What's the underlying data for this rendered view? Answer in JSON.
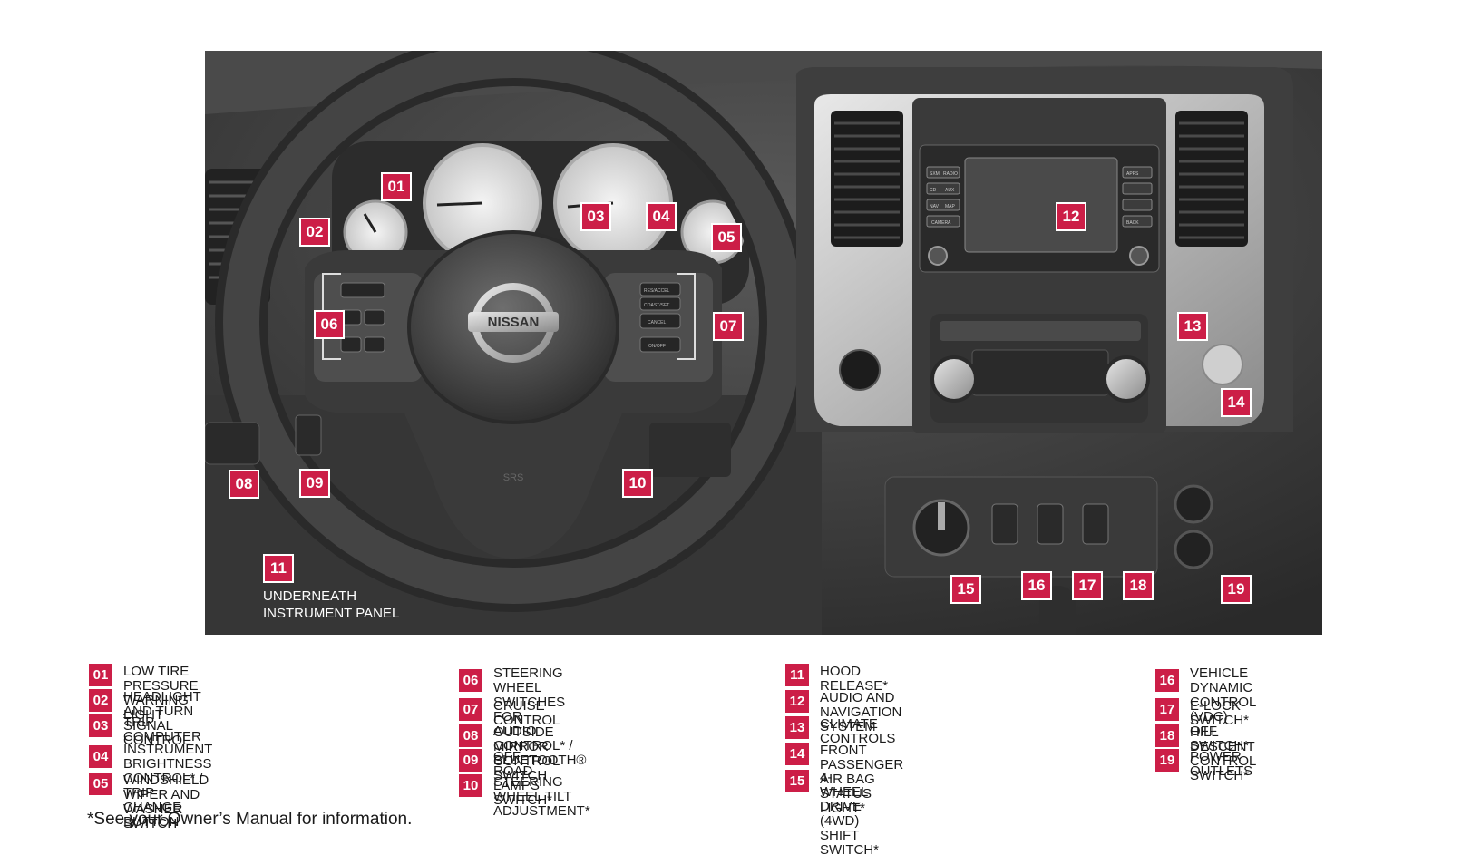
{
  "photo": {
    "badges": [
      "01",
      "02",
      "03",
      "04",
      "05",
      "06",
      "07",
      "08",
      "09",
      "10",
      "11",
      "12",
      "13",
      "14",
      "15",
      "16",
      "17",
      "18",
      "19"
    ],
    "underneath_label": "UNDERNEATH\nINSTRUMENT PANEL",
    "wheel_logo": "NISSAN",
    "srs_label": "SRS",
    "radio_buttons": [
      "SXM",
      "RADIO",
      "CD",
      "AUX",
      "NAV",
      "MAP",
      "CAMERA",
      "APPS",
      "BACK"
    ],
    "steering_buttons": [
      "RES/ACCEL",
      "COAST/SET",
      "CANCEL",
      "ON/OFF"
    ]
  },
  "legend": {
    "col1": [
      {
        "num": "01",
        "text": "LOW TIRE PRESSURE WARNING LIGHT"
      },
      {
        "num": "02",
        "text": "HEADLIGHT AND TURN SIGNAL CONTROL"
      },
      {
        "num": "03",
        "text": "TRIP COMPUTER"
      },
      {
        "num": "04",
        "text": "INSTRUMENT BRIGHTNESS\nCONTROL* / TRIP CHANGE BUTTON"
      },
      {
        "num": "05",
        "text": "WINDSHIELD WIPER AND WASHER SWITCH"
      }
    ],
    "col2": [
      {
        "num": "06",
        "text": "STEERING WHEEL SWITCHES FOR\nAUDIO CONTROL* / BLUETOOTH®"
      },
      {
        "num": "07",
        "text": "CRUISE CONTROL"
      },
      {
        "num": "08",
        "text": "OUTSIDE MIRROR CONTROL SWITCH"
      },
      {
        "num": "09",
        "text": "OFF-ROAD LAMPS SWITCH*"
      },
      {
        "num": "10",
        "text": "STEERING WHEEL TILT ADJUSTMENT*"
      }
    ],
    "col3": [
      {
        "num": "11",
        "text": "HOOD RELEASE*"
      },
      {
        "num": "12",
        "text": "AUDIO AND NAVIGATION SYSTEM"
      },
      {
        "num": "13",
        "text": "CLIMATE CONTROLS"
      },
      {
        "num": "14",
        "text": "FRONT PASSENGER AIR BAG STATUS LIGHT*"
      },
      {
        "num": "15",
        "text": "4-WHEEL DRIVE (4WD) SHIFT SWITCH*"
      }
    ],
    "col4": [
      {
        "num": "16",
        "text": "VEHICLE DYNAMIC CONTROL\n(VDC) OFF SWITCH*"
      },
      {
        "num": "17",
        "text": "E-LOCK SWITCH*"
      },
      {
        "num": "18",
        "text": "HILL DESCENT CONTROL SWITCH*"
      },
      {
        "num": "19",
        "text": "POWER OUTLETS"
      }
    ]
  },
  "footnote": "*See your Owner’s Manual for information."
}
